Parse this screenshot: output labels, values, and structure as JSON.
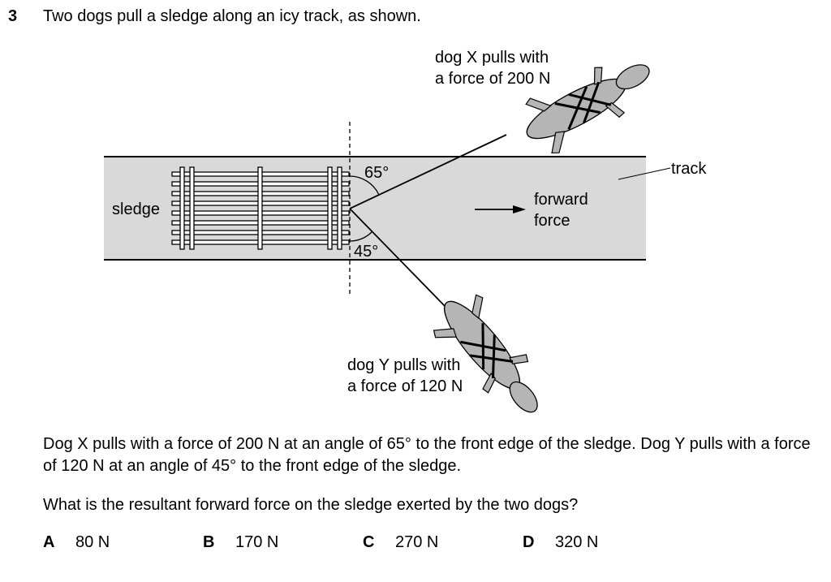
{
  "question": {
    "number": "3",
    "stem": "Two dogs pull a sledge along an icy track, as shown.",
    "paragraph1": "Dog X pulls with a force of 200 N at an angle of 65° to the front edge of the sledge. Dog Y pulls with a force of 120 N at an angle of 45° to the front edge of the sledge.",
    "paragraph2": "What is the resultant forward force on the sledge exerted by the two dogs?"
  },
  "figure": {
    "dog_x_line1": "dog X pulls with",
    "dog_x_line2": "a force of 200 N",
    "dog_y_line1": "dog Y pulls with",
    "dog_y_line2": "a force of 120 N",
    "sledge_label": "sledge",
    "track_label": "track",
    "forward_line1": "forward",
    "forward_line2": "force",
    "angle_top": "65°",
    "angle_bottom": "45°",
    "track_color": "#d9d9d9",
    "dog_color": "#b5b5b5"
  },
  "options": [
    {
      "letter": "A",
      "text": "80 N"
    },
    {
      "letter": "B",
      "text": "170 N"
    },
    {
      "letter": "C",
      "text": "270 N"
    },
    {
      "letter": "D",
      "text": "320 N"
    }
  ]
}
